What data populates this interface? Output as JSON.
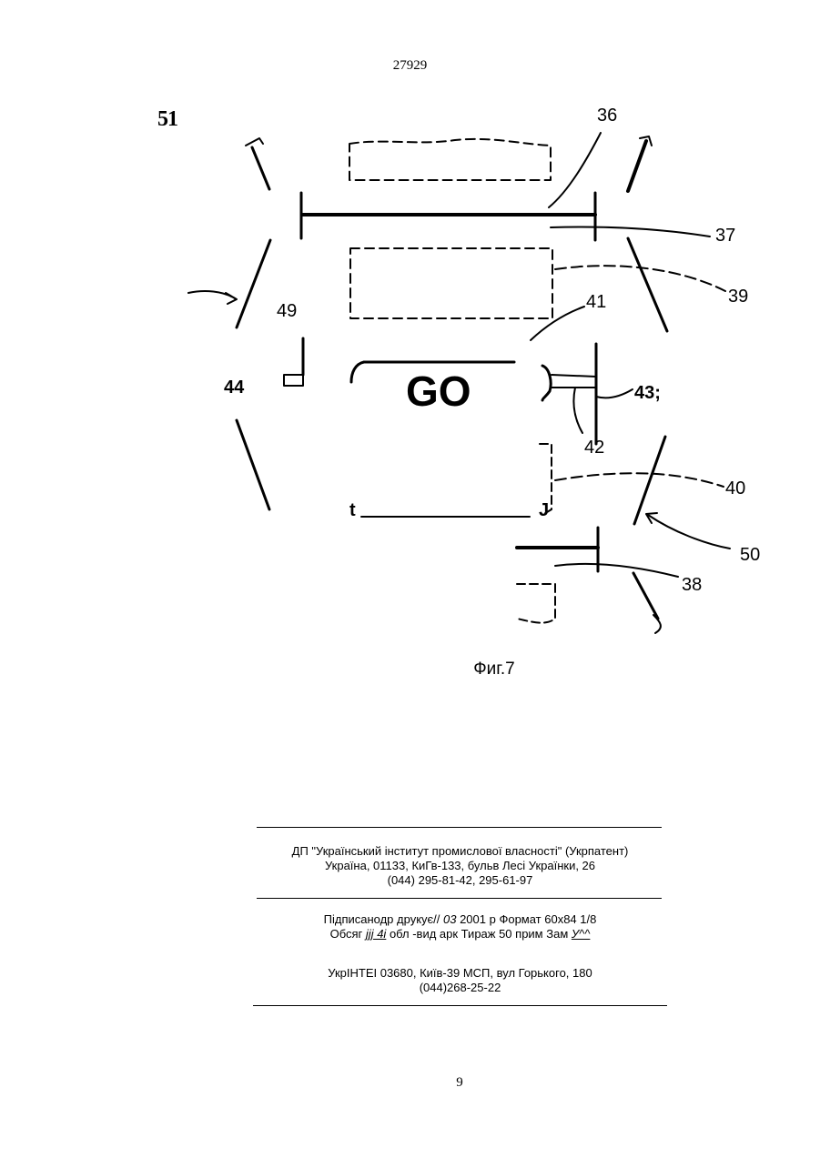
{
  "header": {
    "patent_number": "27929",
    "page_label": "51"
  },
  "figure": {
    "labels": {
      "l36": "36",
      "l37": "37",
      "l39": "39",
      "l41": "41",
      "l49": "49",
      "l44": "44",
      "go": "GO",
      "l43": "43;",
      "l42": "42",
      "l40": "40",
      "l50": "50",
      "l38": "38",
      "t": "t",
      "j": "J"
    },
    "caption": "Фиг.7"
  },
  "imprint": {
    "publisher_line1": "ДП \"Український інститут промислової власності\" (Укрпатент)",
    "publisher_line2": "Україна, 01133, КиГв-133, бульв Лесі Українки, 26",
    "publisher_line3": "(044) 295-81-42, 295-61-97",
    "signed_a": "Підписанодр друкує// ",
    "signed_b": "03",
    "signed_c": "  2001 р     Формат 60x84  1/8",
    "volume_a": "Обсяг ",
    "volume_b": "jjj 4i",
    "volume_c": " обл -вид арк    Тираж 50 прим      Зам       ",
    "volume_d": "У^^",
    "printer_line1": "УкрІНТЕІ 03680, Київ-39 МСП, вул Горького, 180",
    "printer_line2": "(044)268-25-22"
  },
  "footer": {
    "page_number": "9"
  }
}
